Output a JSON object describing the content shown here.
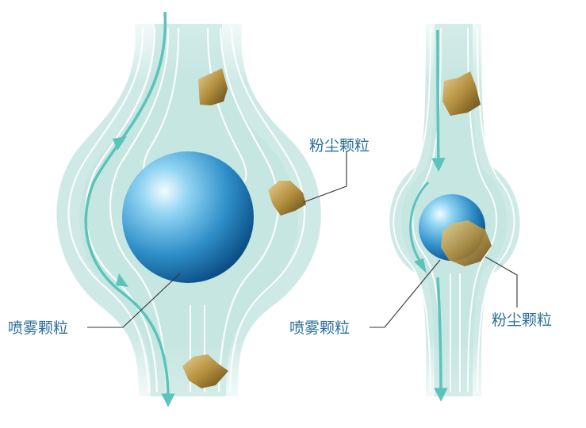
{
  "labels": {
    "left_dust": "粉尘颗粒",
    "left_spray": "喷雾颗粒",
    "right_spray": "喷雾颗粒",
    "right_dust": "粉尘颗粒"
  },
  "colors": {
    "flow": "#cde9e5",
    "flow_line": "#ffffff",
    "arrow": "#5cc3bb",
    "sphere_light": "#e8f7fd",
    "sphere_mid": "#3aa3d4",
    "sphere_dark": "#0b4f86",
    "dust_light": "#e0c886",
    "dust_dark": "#6e5620",
    "label_text": "#2a6f9a"
  }
}
